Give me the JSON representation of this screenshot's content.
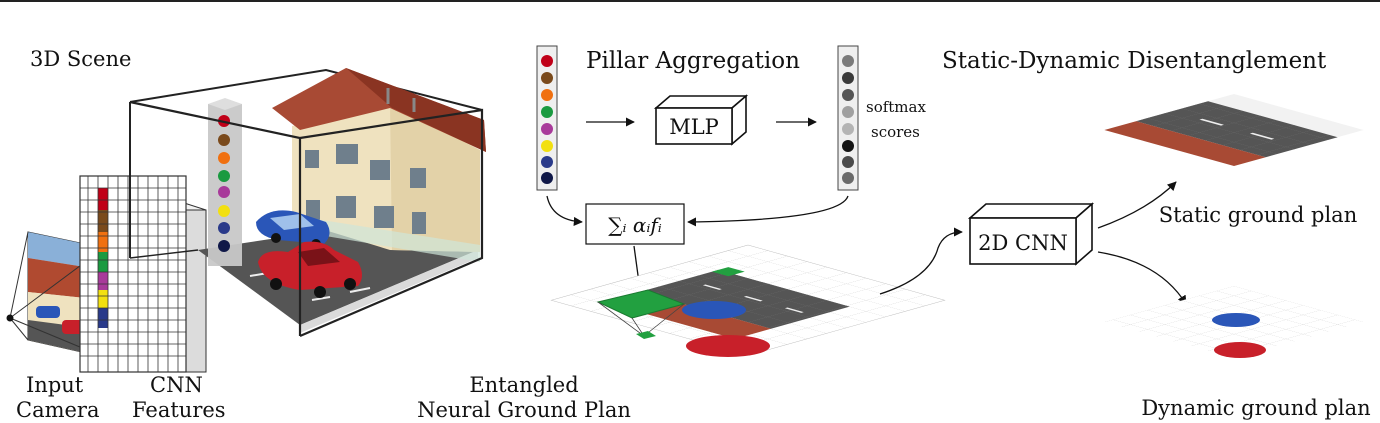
{
  "figure": {
    "labels": {
      "scene_3d": "3D Scene",
      "input": "Input",
      "camera": "Camera",
      "cnn": "CNN",
      "features": "Features",
      "pillar_aggregation": "Pillar Aggregation",
      "mlp": "MLP",
      "softmax": "softmax",
      "scores": "scores",
      "weighted_sum": "∑ᵢ αᵢfᵢ",
      "entangled": "Entangled",
      "neural_ground_plan": "Neural Ground Plan",
      "static_dynamic": "Static-Dynamic Disentanglement",
      "cnn2d": "2D CNN",
      "static_ground_plan": "Static ground plan",
      "dynamic_ground_plan": "Dynamic ground plan"
    },
    "colors": {
      "feature_colors": [
        "#c00018",
        "#7a4a1c",
        "#f07010",
        "#1a9a40",
        "#a83a9a",
        "#f2e010",
        "#2a3a8a",
        "#101848"
      ],
      "softmax_grays": [
        "#7a7a7a",
        "#3a3a3a",
        "#555555",
        "#a0a0a0",
        "#b4b4b4",
        "#141414",
        "#4a4a4a",
        "#6a6a6a"
      ],
      "road": "#555555",
      "roof": "#a84a34",
      "house_wall": "#efe2bf",
      "car_red": "#c8202a",
      "car_blue": "#2a56b8",
      "pillar_green": "#22a040"
    }
  }
}
